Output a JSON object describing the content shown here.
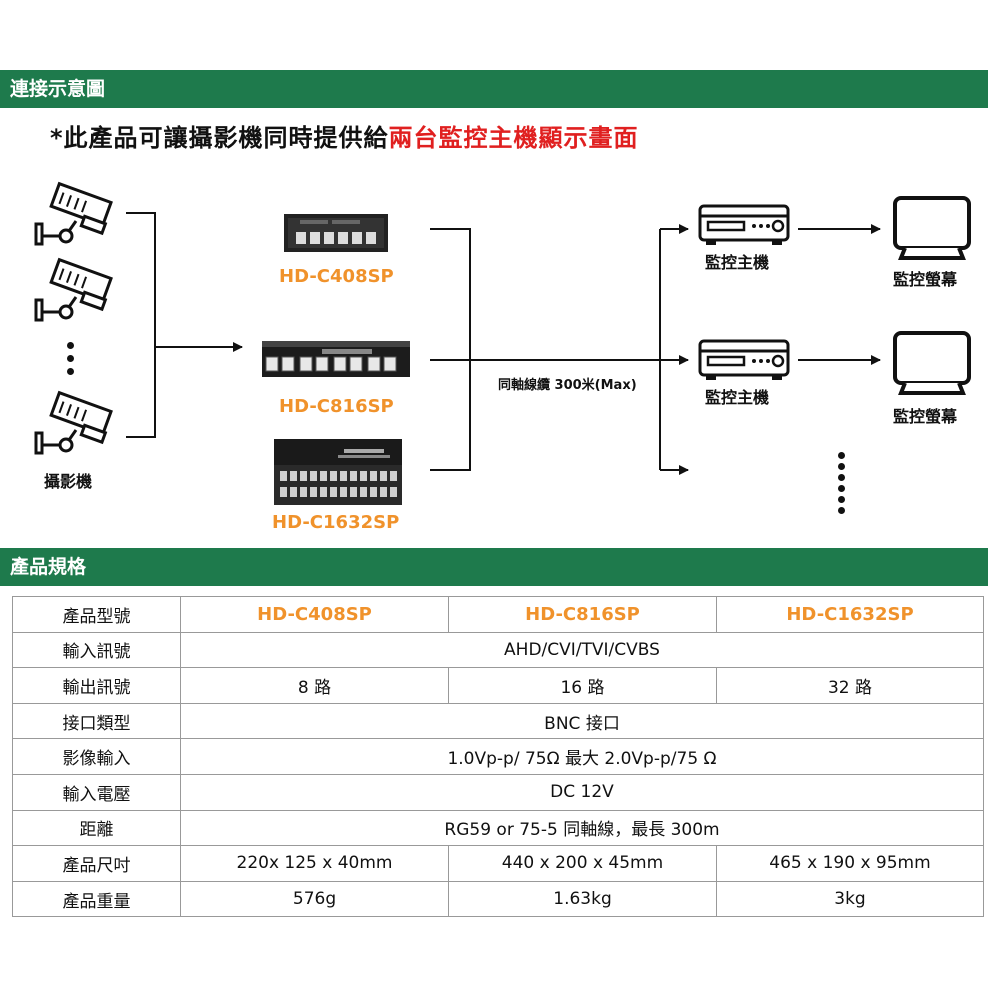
{
  "banners": {
    "diagram": "連接示意圖",
    "spec": "產品規格"
  },
  "headline": {
    "prefix": "*此產品可讓攝影機同時提供給",
    "highlight": "兩台監控主機顯示畫面"
  },
  "diagram": {
    "camera_label": "攝影機",
    "devices": [
      "HD-C408SP",
      "HD-C816SP",
      "HD-C1632SP"
    ],
    "cable_label": "同軸線纜 300米(Max)",
    "host_label": "監控主機",
    "monitor_label": "監控螢幕",
    "icons": [
      "camera-icon",
      "dvr-icon",
      "monitor-icon"
    ]
  },
  "spec": {
    "rows": [
      {
        "key": "產品型號",
        "cells": [
          "HD-C408SP",
          "HD-C816SP",
          "HD-C1632SP"
        ]
      },
      {
        "key": "輸入訊號",
        "cells": [
          "AHD/CVI/TVI/CVBS"
        ]
      },
      {
        "key": "輸出訊號",
        "cells": [
          "8 路",
          "16 路",
          "32 路"
        ]
      },
      {
        "key": "接口類型",
        "cells": [
          "BNC 接口"
        ]
      },
      {
        "key": "影像輸入",
        "cells": [
          "1.0Vp-p/ 75Ω  最大 2.0Vp-p/75  Ω"
        ]
      },
      {
        "key": "輸入電壓",
        "cells": [
          "DC 12V"
        ]
      },
      {
        "key": "距離",
        "cells": [
          "RG59 or 75-5 同軸線，最長  300m"
        ]
      },
      {
        "key": "產品尺吋",
        "cells": [
          "220x 125 x 40mm",
          "440 x 200 x 45mm",
          "465 x 190 x 95mm"
        ]
      },
      {
        "key": "產品重量",
        "cells": [
          "576g",
          "1.63kg",
          "3kg"
        ]
      }
    ]
  },
  "colors": {
    "banner": "#1e7a4c",
    "highlight": "#e02020",
    "model": "#f0922b"
  }
}
